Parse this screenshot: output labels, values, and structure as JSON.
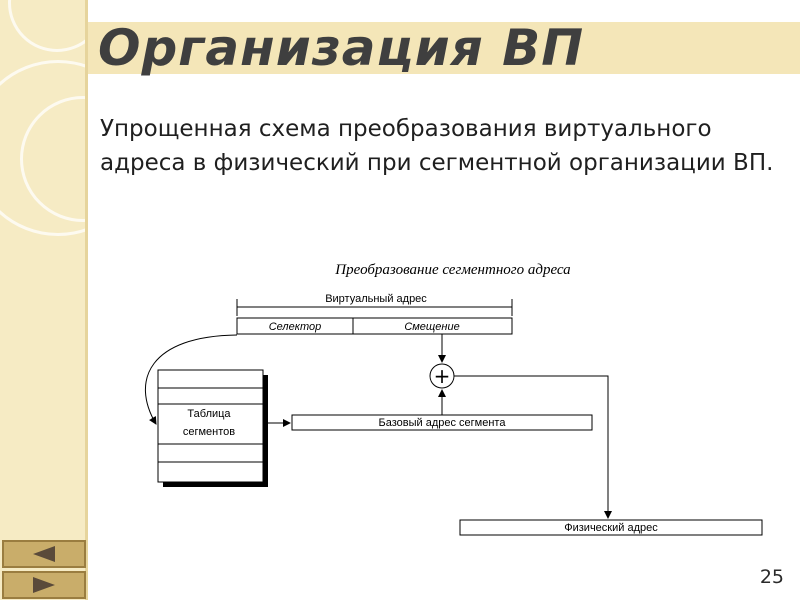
{
  "slide": {
    "title": "Организация ВП",
    "subtitle": "Упрощенная схема преобразования виртуального адреса в физический при сегментной организации ВП.",
    "page_number": "25"
  },
  "diagram": {
    "caption": "Преобразование сегментного адреса",
    "virtual_address_label": "Виртуальный адрес",
    "selector_label": "Селектор",
    "offset_label": "Смещение",
    "plus_symbol": "+",
    "segment_table_line1": "Таблица",
    "segment_table_line2": "сегментов",
    "base_address_label": "Базовый адрес сегмента",
    "physical_address_label": "Физический адрес"
  },
  "navigation": {
    "prev_icon": "triangle-left-icon",
    "next_icon": "triangle-right-icon"
  },
  "colors": {
    "sidebar": "#f6ebc4",
    "title_band": "#f4e6b8",
    "nav_button": "#c9ad6a",
    "nav_icon": "#5a4a3a"
  }
}
